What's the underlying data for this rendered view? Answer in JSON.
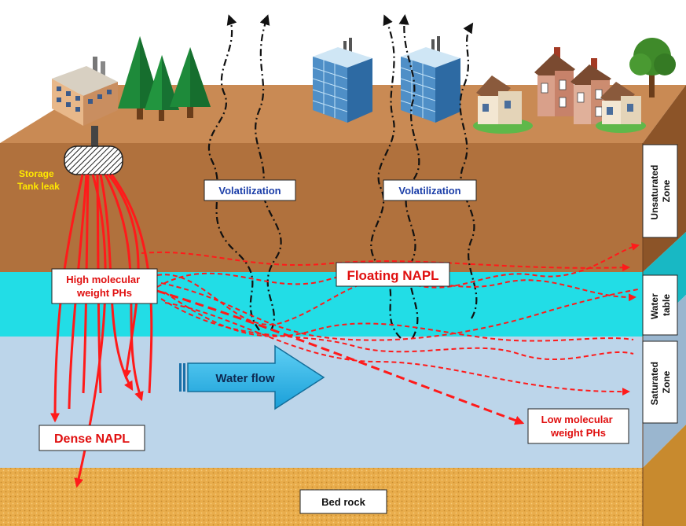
{
  "labels": {
    "storage_tank_line1": "Storage",
    "storage_tank_line2": "Tank leak",
    "volatilization_left": "Volatilization",
    "volatilization_right": "Volatilization",
    "floating_napl": "Floating NAPL",
    "high_molecular_line1": "High molecular",
    "high_molecular_line2": "weight PHs",
    "water_flow": "Water flow",
    "dense_napl": "Dense NAPL",
    "low_molecular_line1": "Low molecular",
    "low_molecular_line2": "weight PHs",
    "bed_rock": "Bed rock"
  },
  "zones": {
    "unsaturated_line1": "Unsaturated",
    "unsaturated_line2": "Zone",
    "water_table_line1": "Water",
    "water_table_line2": "table",
    "saturated_line1": "Saturated",
    "saturated_line2": "Zone"
  },
  "colors": {
    "soil_surface": "#c98a54",
    "soil_front": "#b0713d",
    "water_table": "#22dde6",
    "saturated": "#bcd5ea",
    "bedrock": "#e9ad4c",
    "contaminant": "#ff1a1a",
    "label_red": "#e01010",
    "label_blue": "#1b3ea8",
    "label_yellow": "#ffe800",
    "water_arrow": "#29b3ea"
  },
  "icons": [
    "factory-icon",
    "pine-tree-icon",
    "office-building-icon",
    "house-icon",
    "deciduous-tree-icon",
    "storage-tank-icon"
  ]
}
